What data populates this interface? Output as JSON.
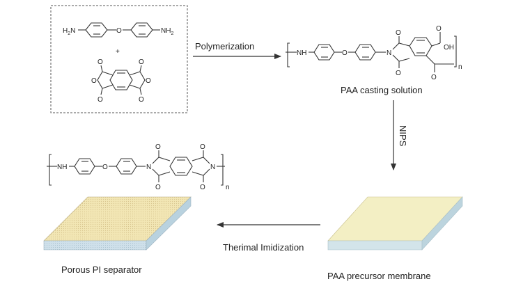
{
  "labels": {
    "polymerization": "Polymerization",
    "paa_solution": "PAA casting solution",
    "nips": "NIPS",
    "imidization": "Therimal Imidization",
    "pi_separator": "Porous PI separator",
    "paa_membrane": "PAA precursor membrane"
  },
  "chem": {
    "nh2": "NH",
    "sub2": "2",
    "h2n_h": "H",
    "h2n_2": "2",
    "h2n_n": "N",
    "oxygen": "O",
    "plus": "+",
    "nh": "NH",
    "n": "N",
    "oh": "OH",
    "n_sub": "n"
  },
  "colors": {
    "membrane_top": "#f3efc4",
    "membrane_side": "#cfe2ea",
    "separator_top": "#f2e6b4",
    "separator_side": "#c9dde8"
  }
}
